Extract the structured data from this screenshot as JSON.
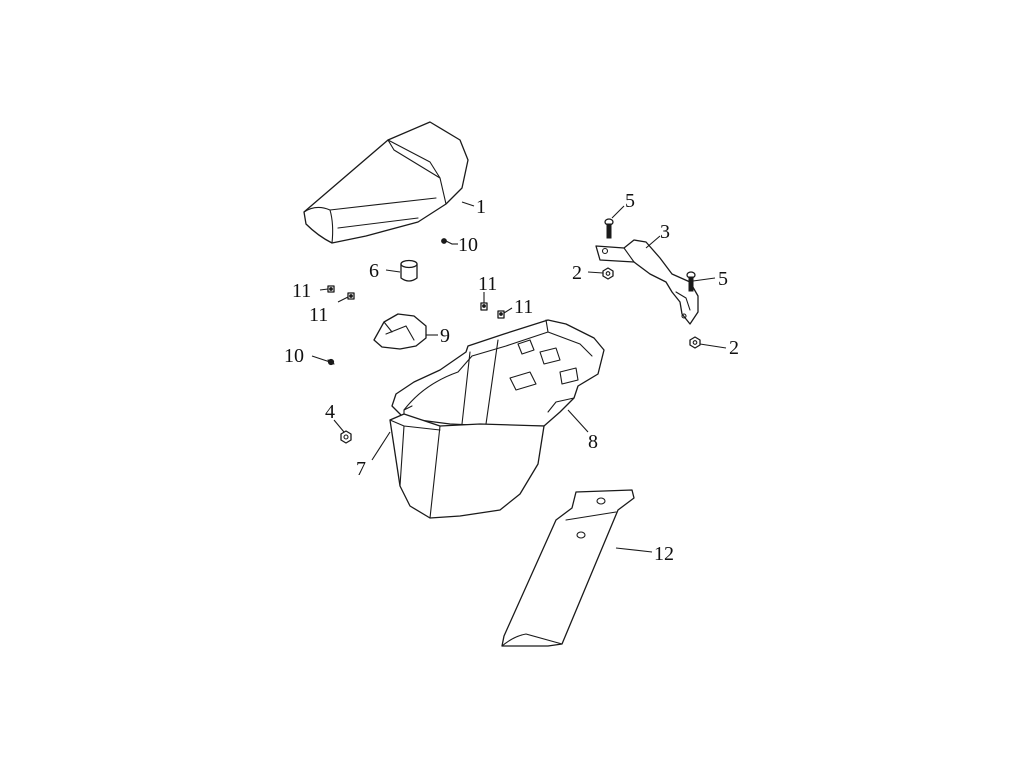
{
  "callouts": {
    "seat": "1",
    "nut_upper": "2",
    "nut_lower": "2",
    "bracket": "3",
    "nut_left": "4",
    "bolt_upper": "5",
    "bolt_right": "5",
    "cap": "6",
    "rear_panel": "7",
    "storage_box": "8",
    "lid": "9",
    "screw_top": "10",
    "screw_left": "10",
    "clip_a": "11",
    "clip_b": "11",
    "clip_c": "11",
    "clip_d": "11",
    "mud_flap": "12"
  }
}
